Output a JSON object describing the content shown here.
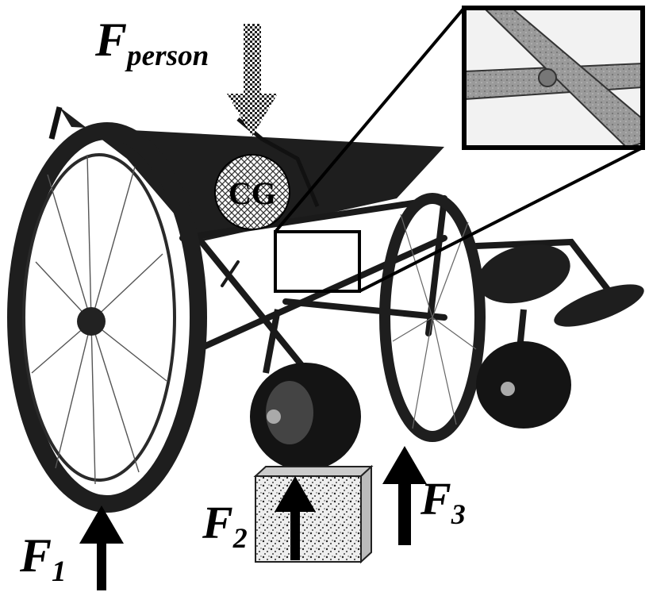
{
  "diagram": {
    "forces": {
      "person": {
        "symbol": "F",
        "subscript": "person"
      },
      "f1": {
        "symbol": "F",
        "subscript": "1"
      },
      "f2": {
        "symbol": "F",
        "subscript": "2"
      },
      "f3": {
        "symbol": "F",
        "subscript": "3"
      }
    },
    "center_of_gravity": "CG"
  }
}
